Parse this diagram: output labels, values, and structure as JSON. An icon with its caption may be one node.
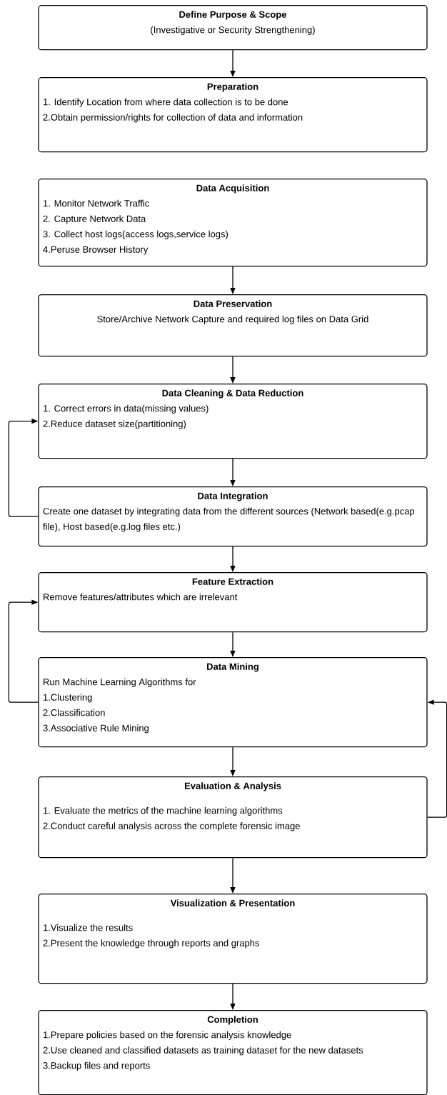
{
  "diagram": {
    "nodes": [
      {
        "text": [
          "Define Purpose & Scope",
          "(Investigative or Security Strengthening)"
        ]
      },
      {
        "text": [
          "Preparation",
          "1. Identify Location from where data collection is to be done",
          "2.Obtain permission/rights for collection of data and information"
        ]
      },
      {
        "text": [
          "Data Acquisition",
          "1. Monitor Network Traffic",
          "2. Capture Network Data",
          "3. Collect host logs(access logs,service logs)",
          "4.Peruse Browser History"
        ]
      },
      {
        "text": [
          "Data Preservation",
          "Store/Archive Network Capture and required log files on Data Grid"
        ]
      },
      {
        "text": [
          "Data Cleaning & Data Reduction",
          "1. Correct errors in data(missing values)",
          "2.Reduce dataset size(partitioning)"
        ]
      },
      {
        "text": [
          "Data Integration",
          "Create one dataset by integrating data from the different sources (Network based(e.g.pcap file), Host based(e.g.log files etc.)"
        ]
      },
      {
        "text": [
          "Feature Extraction",
          "Remove features/attributes which are irrelevant"
        ]
      },
      {
        "text": [
          "Data Mining",
          "Run Machine Learning Algorithms for",
          "1.Clustering",
          "2.Classification",
          "3.Associative Rule Mining"
        ]
      },
      {
        "text": [
          "Evaluation & Analysis",
          "1. Evaluate the metrics of the machine learning algorithms",
          "2.Conduct careful analysis across the complete forensic image"
        ]
      },
      {
        "text": [
          "Visualization & Presentation",
          "1.Visualize the results",
          "2.Present the knowledge through reports and graphs"
        ]
      },
      {
        "text": [
          "Completion",
          "1.Prepare policies based on the forensic analysis knowledge",
          "2.Use cleaned and classified datasets as training dataset for the new datasets",
          "3.Backup files and reports"
        ]
      }
    ],
    "edges": [
      {
        "from": 0,
        "to": 1,
        "arrow": "to"
      },
      {
        "from": 2,
        "to": 3,
        "arrow": "to"
      },
      {
        "from": 3,
        "to": 4,
        "arrow": "to"
      },
      {
        "from": 4,
        "to": 5,
        "arrow": "to"
      },
      {
        "from": 5,
        "to": 6,
        "arrow": "to"
      },
      {
        "from": 6,
        "to": 7,
        "arrow": "to"
      },
      {
        "from": 7,
        "to": 8,
        "arrow": "to"
      },
      {
        "from": 8,
        "to": 9,
        "arrow": "to"
      },
      {
        "from": 9,
        "to": 10,
        "arrow": "to"
      },
      {
        "from": 5,
        "to": 4,
        "arrow": "to"
      },
      {
        "from": 7,
        "to": 6,
        "arrow": "to"
      },
      {
        "from": 8,
        "to": 7,
        "arrow": "to"
      }
    ]
  }
}
